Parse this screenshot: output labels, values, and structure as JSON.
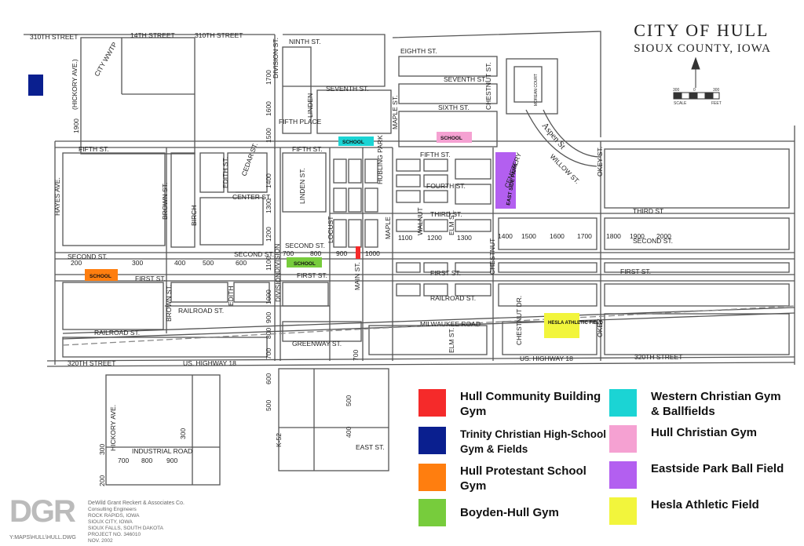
{
  "title": {
    "city": "CITY OF HULL",
    "county": "SIOUX COUNTY, IOWA"
  },
  "scale": {
    "left": "SCALE",
    "right": "FEET",
    "zero": "0",
    "min": "300",
    "max": "300"
  },
  "streets": {
    "s310_left": "310TH STREET",
    "s310_right": "310TH STREET",
    "s14": "14TH STREET",
    "city_wwtp": "CITY WWTP",
    "hickory": "(HICKORY AVE.)",
    "division_top": "DIVISION ST.",
    "ninth": "NINTH ST.",
    "eighth": "EIGHTH ST.",
    "seventh": "SEVENTH ST.",
    "seventh_b": "SEVENTH ST.",
    "sixth": "SIXTH ST.",
    "fifth_place": "FIFTH PLACE",
    "fifth_left": "FIFTH ST.",
    "fifth_mid": "FIFTH ST.",
    "fifth_right": "FIFTH ST.",
    "fourth": "FOURTH ST.",
    "third": "THIRD ST.",
    "third_right": "THIRD ST",
    "second_left": "SECOND ST.",
    "second_mid": "SECOND ST.",
    "second_c": "SECOND ST.",
    "second_right": "SECOND ST.",
    "first_left": "FIRST ST.",
    "first_mid": "FIRST ST.",
    "first_c": "FIRST ST.",
    "first_right": "FIRST ST.",
    "railroad_left": "RAILROAD ST.",
    "railroad_mid": "RAILROAD ST.",
    "railroad_right": "RAILROAD ST.",
    "milwaukee": "MILWAUKEE ROAD",
    "greenway": "GREENWAY ST.",
    "s320_left": "320TH STREET",
    "us18_left": "US. HIGHWAY 18",
    "us18_right": "US. HIGHWAY 18",
    "s320_right": "320TH STREET",
    "hayes": "HAYES AVE.",
    "brown": "BROWN ST.",
    "brown_b": "BROWN ST.",
    "birch": "BIRCH",
    "edith": "EDITH ST.",
    "edith_b": "EDITH",
    "cedar": "CEDAR ST.",
    "center": "CENTER ST.",
    "linden": "LINDEN ST.",
    "linden_top": "LINDEN",
    "division_mid": "DIVISION",
    "division_low": "DIVISION",
    "locust": "LOCUST",
    "main": "MAIN ST.",
    "maple": "MAPLE ST.",
    "maple_b": "MAPLE",
    "hubling": "HUBLING PARK",
    "walnut": "WALNUT",
    "elm": "ELM ST.",
    "elm_b": "ELM ST.",
    "chestnut_top": "CHESTNUT ST.",
    "chestnut_mid": "CHESTNUT",
    "chestnut_low": "CHESTNUT DR.",
    "willow": "WILLOW ST.",
    "okey": "OKEY ST.",
    "okey_b": "OKEY",
    "hickory_low": "HICKORY AVE.",
    "industrial": "INDUSTRIAL ROAD",
    "east": "EAST ST.",
    "k52": "K-52",
    "cemetery": "CEMETERY",
    "moreland": "MOREAN COURT",
    "aspen": "Aspen St"
  },
  "numbers": {
    "n1900_top": "1900",
    "n1700": "1700",
    "n1600": "1600",
    "n1500": "1500",
    "n1400": "1400",
    "n1300": "1300",
    "n1200": "1200",
    "n1100": "1100",
    "n1000": "1000",
    "n900": "900",
    "n800": "800",
    "n700": "700",
    "n600": "600",
    "n500": "500",
    "n200": "200",
    "n300": "300",
    "n400": "400",
    "n500b": "500",
    "n600b": "600",
    "n700b": "700",
    "n800b": "800",
    "n900b": "900",
    "n1000b": "1000",
    "e1100": "1100",
    "e1200": "1200",
    "e1300": "1300",
    "e1400": "1400",
    "e1500": "1500",
    "e1600": "1600",
    "e1700": "1700",
    "e1800": "1800",
    "e1900": "1900",
    "e2000": "2000",
    "s500": "500",
    "s400": "400",
    "s300": "300",
    "s200": "200",
    "s300b": "300",
    "i700": "700",
    "i800": "800",
    "i900": "900",
    "c700": "700",
    "c600": "600",
    "c500": "500",
    "c400": "400"
  },
  "markers": {
    "school_west": "SCHOOL",
    "school_mid": "SCHOOL",
    "school_ne": "SCHOOL",
    "school_sw": "SCHOOL",
    "eastside_park": "EAST SIDE PARK",
    "hesla": "HESLA ATHLETIC FIELD"
  },
  "legend": [
    {
      "label": "Hull Community Building Gym",
      "color": "#f52a2a"
    },
    {
      "label": "Trinity Christian High-School Gym & Fields",
      "color": "#0a1f8f"
    },
    {
      "label": "Hull Protestant School Gym",
      "color": "#ff7e0f"
    },
    {
      "label": "Boyden-Hull Gym",
      "color": "#77cc3c"
    },
    {
      "label": "Western Christian Gym & Ballfields",
      "color": "#1bd4d4"
    },
    {
      "label": "Hull Christian Gym",
      "color": "#f5a1d2"
    },
    {
      "label": "Eastside Park Ball Field",
      "color": "#b35ff0"
    },
    {
      "label": "Hesla Athletic Field",
      "color": "#f2f53c"
    }
  ],
  "footer": {
    "logo": "DGR",
    "firm": "DeWild Grant Reckert & Associates Co.",
    "sub": "Consulting Engineers",
    "loc1": "ROCK RAPIDS, IOWA",
    "loc2": "SIOUX CITY, IOWA",
    "loc3": "SIOUX FALLS, SOUTH DAKOTA",
    "project": "PROJECT NO. 346010",
    "date": "NOV. 2002",
    "path": "Y:MAPS\\HULL\\HULL.DWG"
  }
}
